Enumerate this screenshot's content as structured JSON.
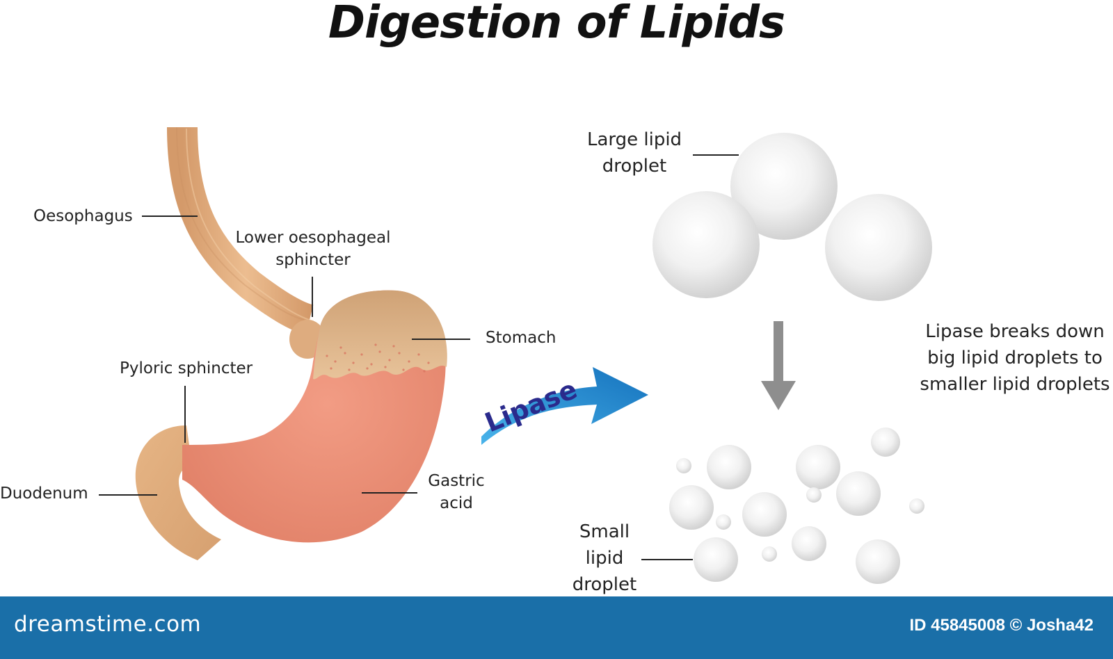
{
  "title": "Digestion of Lipids",
  "labels": {
    "oesophagus": "Oesophagus",
    "lower_sphincter_line1": "Lower oesophageal",
    "lower_sphincter_line2": "sphincter",
    "stomach": "Stomach",
    "pyloric_sphincter": "Pyloric sphincter",
    "duodenum": "Duodenum",
    "gastric_acid_line1": "Gastric",
    "gastric_acid_line2": "acid",
    "large_droplet_line1": "Large lipid",
    "large_droplet_line2": "droplet",
    "small_droplet_line1": "Small",
    "small_droplet_line2": "lipid",
    "small_droplet_line3": "droplet",
    "lipase": "Lipase",
    "explanation_line1": "Lipase breaks down",
    "explanation_line2": "big lipid droplets to",
    "explanation_line3": "smaller lipid droplets"
  },
  "footer": {
    "logo": "dreamstime.com",
    "id_text": "ID 45845008 © Josha42"
  },
  "colors": {
    "oesophagus": "#e3ad7f",
    "stomach_upper": "#deb486",
    "stomach_lower": "#ec917a",
    "arrow_blue": "#1e8fd5",
    "lipase_text": "#2a2a8c",
    "droplet": "#e2e2e2",
    "gray_arrow": "#8e8e8e",
    "footer_bg": "#1a6fa8"
  },
  "icons": {
    "lipase_arrow": "curved-arrow-right",
    "process_arrow": "arrow-down"
  }
}
